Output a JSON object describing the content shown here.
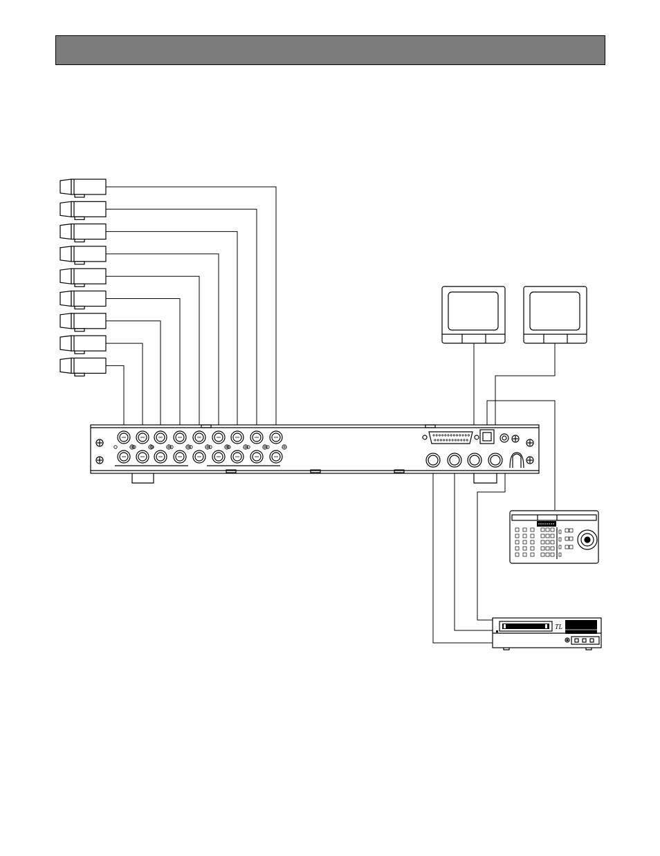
{
  "header": {
    "title": ""
  },
  "diagram": {
    "camera_count": 9,
    "monitor_count": 2,
    "components": [
      "camera-1",
      "camera-2",
      "camera-3",
      "camera-4",
      "camera-5",
      "camera-6",
      "camera-7",
      "camera-8",
      "camera-9",
      "monitor-1",
      "monitor-2",
      "multiplexer-rear-panel",
      "system-controller",
      "time-lapse-vcr"
    ],
    "vcr_label": "TL",
    "colors": {
      "line": "#000000",
      "fill": "#ffffff",
      "header": "#7c7c7c",
      "display": "#000000"
    }
  }
}
